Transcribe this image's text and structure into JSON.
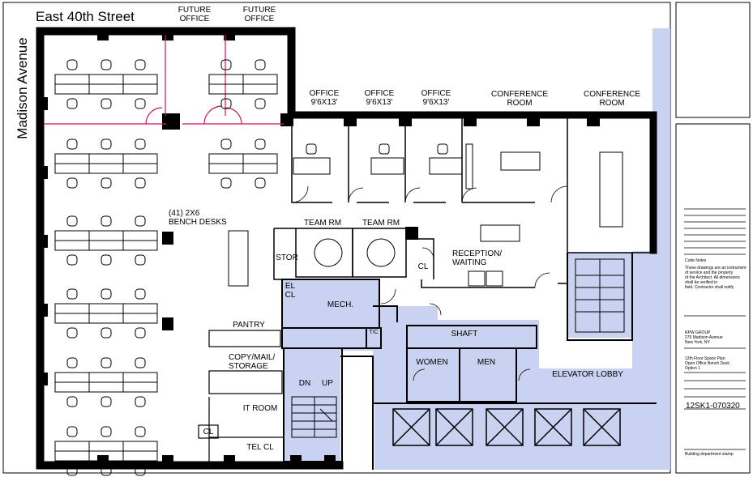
{
  "streets": {
    "north": "East 40th Street",
    "west": "Madison Avenue"
  },
  "labels": {
    "future_office_1": "FUTURE\nOFFICE",
    "future_office_2": "FUTURE\nOFFICE",
    "office_1": "OFFICE\n9'6X13'",
    "office_2": "OFFICE\n9'6X13'",
    "office_3": "OFFICE\n9'6X13'",
    "conference_1": "CONFERENCE\nROOM",
    "conference_2": "CONFERENCE\nROOM",
    "bench_desks": "(41) 2X6\nBENCH DESKS",
    "team_rm_1": "TEAM RM",
    "team_rm_2": "TEAM RM",
    "stor": "STOR",
    "cl_team": "CL",
    "reception": "RECEPTION/\nWAITING",
    "el_cl": "EL\nCL",
    "mech": "MECH.",
    "tc": "T/C",
    "pantry": "PANTRY",
    "copy": "COPY/MAIL/\nSTORAGE",
    "shaft": "SHAFT",
    "women": "WOMEN",
    "men": "MEN",
    "elevator_lobby": "ELEVATOR LOBBY",
    "dn": "DN",
    "up": "UP",
    "it_room": "IT ROOM",
    "cl_it": "CL",
    "tel_cl": "TEL CL"
  },
  "title_block": {
    "notes_heading": "Code Notes",
    "notes_text": "These drawings are an instrument of service and the property\nof the Architect. All dimensions shall be verified in\nfield. Contractor shall notify Architect of any discrepancies\nprior to proceeding. Do not scale drawings.",
    "client": "RPW GROUP\n275 Madison Avenue\nNew York, NY",
    "drawing_title": "12th Floor Space Plan\nOpen Office Bench Desk\nOption 1",
    "sheet_number": "12SK1-070320",
    "footer": "Building department stamp"
  },
  "colors": {
    "wall": "#000000",
    "core_fill": "#c9d2f0",
    "door_pink": "#d4145a",
    "line": "#222222"
  }
}
